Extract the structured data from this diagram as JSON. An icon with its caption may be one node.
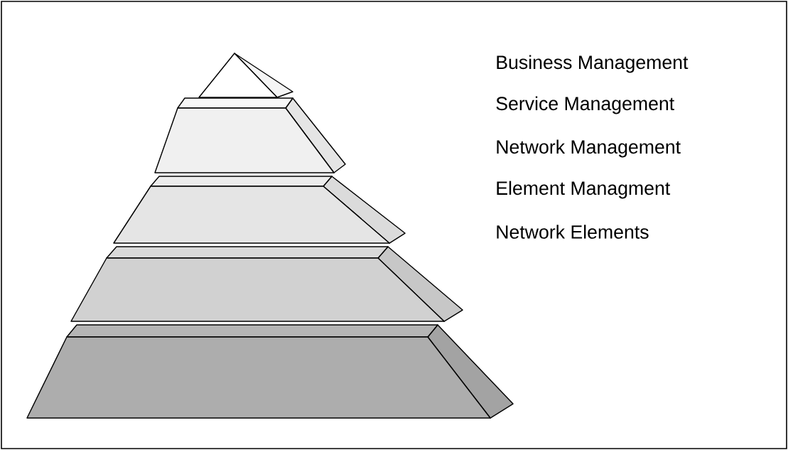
{
  "diagram": {
    "labels": [
      "Business Management",
      "Service Management",
      "Network Management",
      "Element Managment",
      "Network Elements"
    ]
  }
}
